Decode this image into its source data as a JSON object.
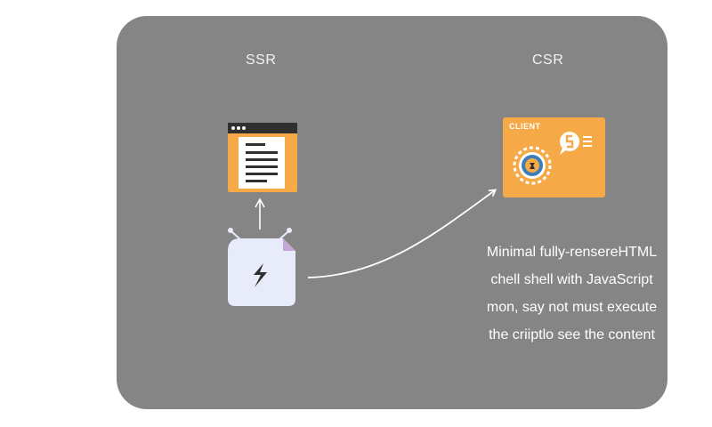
{
  "labels": {
    "ssr": "SSR",
    "csr": "CSR",
    "client": "CLIENT"
  },
  "caption": {
    "lines": [
      "Minimal fully-rensereHTML",
      "chell shell with JavaScript",
      "mon, say not must execute",
      "the criiptlo see the content"
    ]
  },
  "icons": {
    "ssr_document": "browser-document-icon",
    "server": "server-lightning-icon",
    "client_window": "client-window-icon",
    "gear": "gear-icon",
    "speech_bubble": "speech-bubble-icon"
  },
  "colors": {
    "panel": "#858585",
    "accent": "#f5a947",
    "browser_bar": "#2f2f2f",
    "server_body": "#e8ecfa",
    "arrow": "#ffffff"
  }
}
